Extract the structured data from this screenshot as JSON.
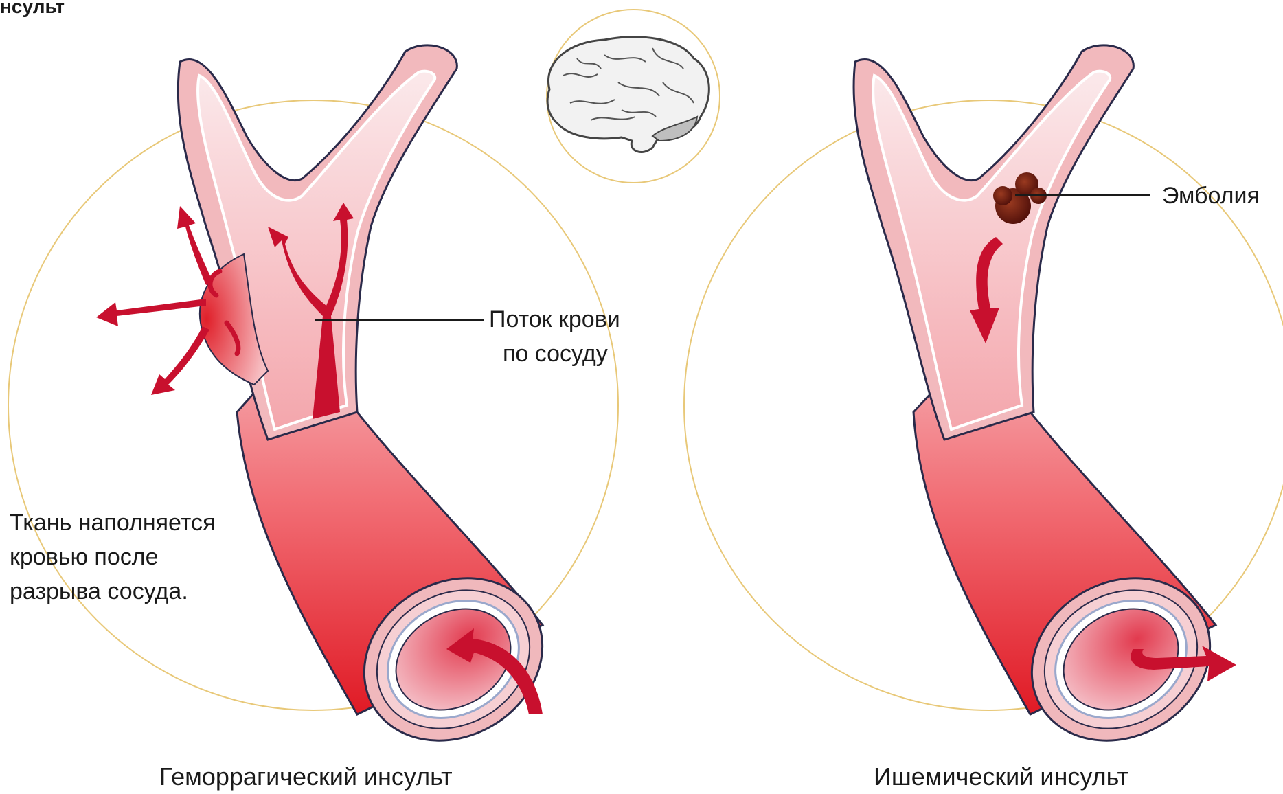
{
  "title": "нсульт",
  "labels": {
    "blood_flow_line1": "Поток крови",
    "blood_flow_line2": "по сосуду",
    "tissue_line1": "Ткань наполняется",
    "tissue_line2": "кровью после",
    "tissue_line3": "разрыва сосуда.",
    "embolism": "Эмболия"
  },
  "captions": {
    "left": "Геморрагический инсульт",
    "right": "Ишемический инсульт"
  },
  "colors": {
    "circle_outline": "#e8c878",
    "vessel_wall": "#f0b8bc",
    "vessel_inner": "#f7dde0",
    "vessel_red": "#e8202c",
    "outline": "#2a2a4a",
    "arrow": "#c8102e",
    "clot": "#6b1a10"
  },
  "icons": [
    "brain-icon"
  ]
}
